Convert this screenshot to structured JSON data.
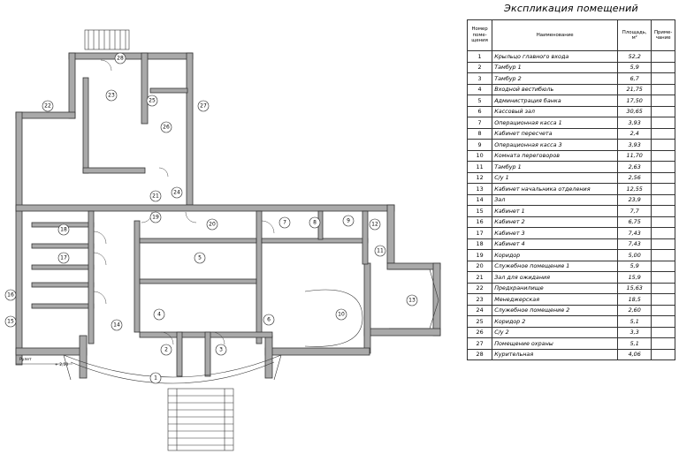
{
  "table": {
    "title": "Экспликация помещений",
    "headers": {
      "number": "Номер поме-щения",
      "name": "Наименование",
      "area": "Площадь, м²",
      "note": "Приме-чание"
    },
    "rows": [
      {
        "n": "1",
        "name": "Крыльцо главного входа",
        "area": "52,2"
      },
      {
        "n": "2",
        "name": "Тамбур 1",
        "area": "5,9"
      },
      {
        "n": "3",
        "name": "Тамбур 2",
        "area": "6,7"
      },
      {
        "n": "4",
        "name": "Входной вестибюль",
        "area": "21,75"
      },
      {
        "n": "5",
        "name": "Администрация банка",
        "area": "17,50"
      },
      {
        "n": "6",
        "name": "Кассовый зал",
        "area": "30,65"
      },
      {
        "n": "7",
        "name": "Операционная касса 1",
        "area": "3,93"
      },
      {
        "n": "8",
        "name": "Кабинет пересчета",
        "area": "2,4"
      },
      {
        "n": "9",
        "name": "Операционная касса 3",
        "area": "3,93"
      },
      {
        "n": "10",
        "name": "Комната переговоров",
        "area": "11,70"
      },
      {
        "n": "11",
        "name": "Тамбур 1",
        "area": "2,63"
      },
      {
        "n": "12",
        "name": "С/у 1",
        "area": "2,56"
      },
      {
        "n": "13",
        "name": "Кабинет начальника отделения",
        "area": "12,55"
      },
      {
        "n": "14",
        "name": "Зал",
        "area": "23,9"
      },
      {
        "n": "15",
        "name": "Кабинет 1",
        "area": "7,7"
      },
      {
        "n": "16",
        "name": "Кабинет 2",
        "area": "6,75"
      },
      {
        "n": "17",
        "name": "Кабинет 3",
        "area": "7,43"
      },
      {
        "n": "18",
        "name": "Кабинет 4",
        "area": "7,43"
      },
      {
        "n": "19",
        "name": "Коридор",
        "area": "5,00"
      },
      {
        "n": "20",
        "name": "Служебное помещение 1",
        "area": "5,9"
      },
      {
        "n": "21",
        "name": "Зал для ожидания",
        "area": "15,9"
      },
      {
        "n": "22",
        "name": "Предхранилище",
        "area": "15,63"
      },
      {
        "n": "23",
        "name": "Менеджерская",
        "area": "18,5"
      },
      {
        "n": "24",
        "name": "Служебное помещение 2",
        "area": "2,60"
      },
      {
        "n": "25",
        "name": "Коридор 2",
        "area": "5,1"
      },
      {
        "n": "26",
        "name": "С/у 2",
        "area": "3,3"
      },
      {
        "n": "27",
        "name": "Помещение охраны",
        "area": "5,1"
      },
      {
        "n": "28",
        "name": "Курительная",
        "area": "4,06"
      }
    ]
  },
  "plan": {
    "room_labels": [
      "1",
      "2",
      "3",
      "4",
      "5",
      "6",
      "7",
      "8",
      "9",
      "10",
      "11",
      "12",
      "13",
      "14",
      "15",
      "16",
      "17",
      "18",
      "19",
      "20",
      "21",
      "22",
      "23",
      "24",
      "25",
      "26",
      "27",
      "28"
    ],
    "dimension_label": "Рулет",
    "dimension_value": "+ 2,50",
    "colors": {
      "wall": "#a9a9a9",
      "outline": "#333333",
      "background": "#ffffff"
    }
  }
}
